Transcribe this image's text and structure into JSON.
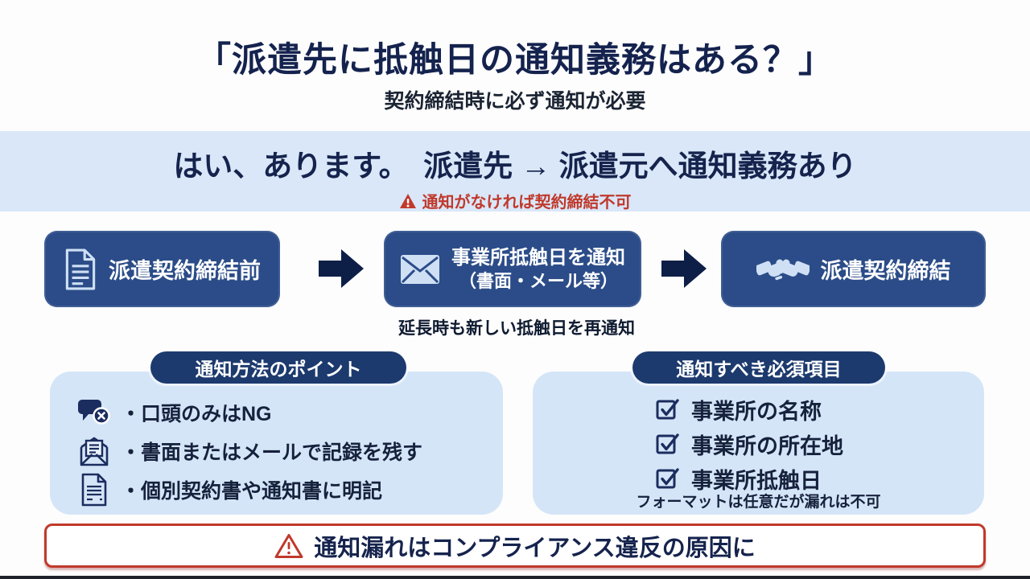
{
  "title": "「派遣先に抵触日の通知義務はある？」",
  "subtitle": "契約締結時に必ず通知が必要",
  "answer_banner": {
    "main": "はい、あります。　派遣先 → 派遣元へ通知義務あり",
    "warning": "通知がなければ契約締結不可"
  },
  "flow": {
    "steps": [
      {
        "icon": "document-icon",
        "label": "派遣契約締結前"
      },
      {
        "icon": "envelope-icon",
        "line1": "事業所抵触日を通知",
        "line2": "（書面・メール等）"
      },
      {
        "icon": "handshake-icon",
        "label": "派遣契約締結"
      }
    ],
    "caption": "延長時も新しい抵触日を再通知"
  },
  "left_panel": {
    "header": "通知方法のポイント",
    "items": [
      {
        "icon": "chat-ng-icon",
        "text": "・口頭のみはNG"
      },
      {
        "icon": "mail-record-icon",
        "text": "・書面またはメールで記録を残す"
      },
      {
        "icon": "contract-doc-icon",
        "text": "・個別契約書や通知書に明記"
      }
    ]
  },
  "right_panel": {
    "header": "通知すべき必須項目",
    "items": [
      "事業所の名称",
      "事業所の所在地",
      "事業所抵触日"
    ],
    "note": "フォーマットは任意だが漏れは不可"
  },
  "bottom_banner": {
    "text": "通知漏れはコンプライアンス違反の原因に"
  },
  "colors": {
    "navy_text": "#15234d",
    "box_blue": "#2b4c88",
    "arrow_navy": "#0d1f47",
    "pill_navy": "#1c3a6e",
    "banner_bg": "#d9e7f9",
    "panel_bg": "#d5e5f8",
    "alert_red": "#c0392b",
    "icon_light": "#cfe0f5",
    "step_text": "#ffffff"
  }
}
